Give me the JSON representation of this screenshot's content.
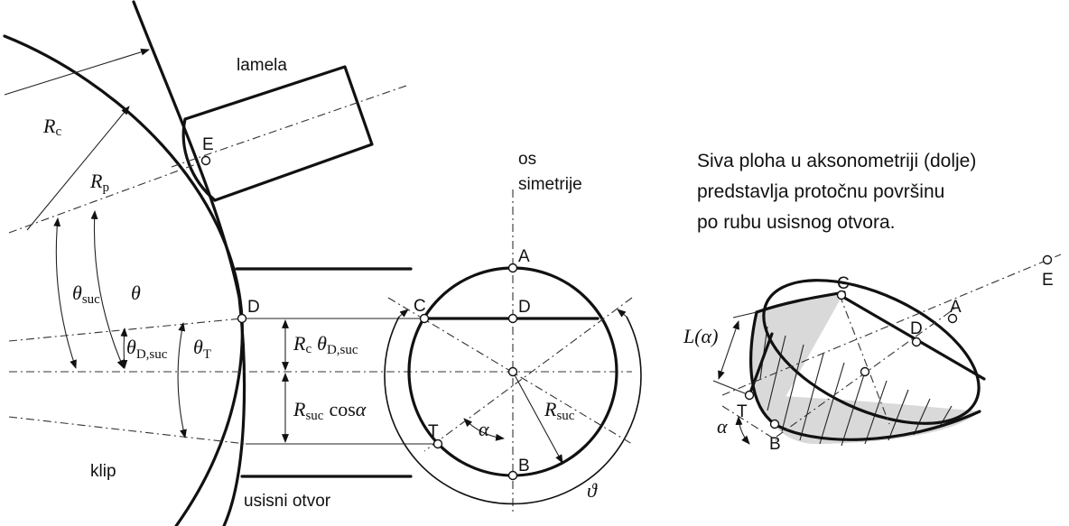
{
  "labels": {
    "lamela": "lamela",
    "klip": "klip",
    "usisni_otvor": "usisni otvor",
    "os_simetrije_line1": "os",
    "os_simetrije_line2": "simetrije",
    "caption_line1": "Siva ploha u aksonometriji (dolje)",
    "caption_line2": "predstavlja protočnu površinu",
    "caption_line3": "po rubu usisnog otvora."
  },
  "points": {
    "E": "E",
    "D": "D",
    "A": "A",
    "C": "C",
    "B": "B",
    "T": "T"
  },
  "symbols": {
    "R": "R",
    "c": "c",
    "p": "p",
    "theta": "θ",
    "suc": "suc",
    "D_suc": "D,suc",
    "T": "T",
    "cos_alpha": "cos",
    "alpha": "α",
    "vartheta": "ϑ",
    "L_alpha": "L(α)"
  },
  "colors": {
    "line": "#111111",
    "gray_surface": "#d9d9d9",
    "background": "#ffffff"
  }
}
